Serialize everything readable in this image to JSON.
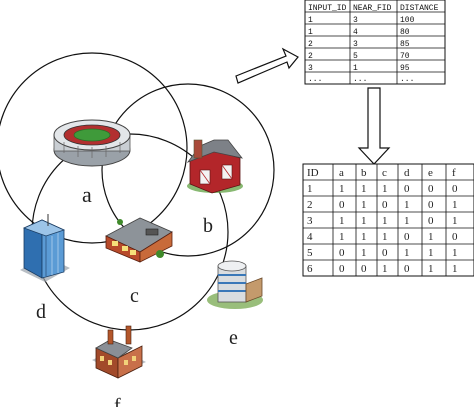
{
  "points": [
    {
      "label": "a",
      "icon": "stadium-icon"
    },
    {
      "label": "b",
      "icon": "barn-icon"
    },
    {
      "label": "c",
      "icon": "store-building-icon"
    },
    {
      "label": "d",
      "icon": "skyscraper-icon"
    },
    {
      "label": "e",
      "icon": "office-tower-icon"
    },
    {
      "label": "f",
      "icon": "factory-icon"
    }
  ],
  "near_table": {
    "headers": [
      "INPUT_ID",
      "NEAR_FID",
      "DISTANCE"
    ],
    "rows": [
      [
        "1",
        "3",
        "100"
      ],
      [
        "1",
        "4",
        "80"
      ],
      [
        "2",
        "3",
        "85"
      ],
      [
        "2",
        "5",
        "70"
      ],
      [
        "3",
        "1",
        "95"
      ],
      [
        "...",
        "...",
        "..."
      ]
    ]
  },
  "matrix_table": {
    "headers": [
      "ID",
      "a",
      "b",
      "c",
      "d",
      "e",
      "f"
    ],
    "rows": [
      [
        "1",
        "1",
        "1",
        "1",
        "0",
        "0",
        "0"
      ],
      [
        "2",
        "0",
        "1",
        "0",
        "1",
        "0",
        "1"
      ],
      [
        "3",
        "1",
        "1",
        "1",
        "1",
        "0",
        "1"
      ],
      [
        "4",
        "1",
        "1",
        "1",
        "0",
        "1",
        "0"
      ],
      [
        "5",
        "0",
        "1",
        "0",
        "1",
        "1",
        "1"
      ],
      [
        "6",
        "0",
        "0",
        "1",
        "0",
        "1",
        "1"
      ]
    ]
  },
  "colors": {
    "stroke": "#111111",
    "building_red": "#b3262a",
    "building_blue": "#3a78b8",
    "roof_gray": "#8a8f96"
  }
}
